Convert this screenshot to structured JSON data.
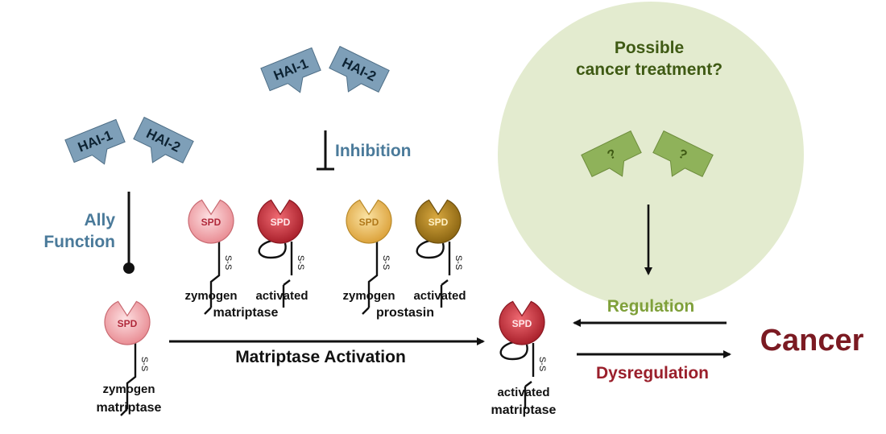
{
  "treatment": {
    "title_line1": "Possible",
    "title_line2": "cancer treatment?",
    "unknown_symbol": "?"
  },
  "hai": {
    "hai1": "HAI-1",
    "hai2": "HAI-2"
  },
  "labels": {
    "inhibition": "Inhibition",
    "ally_line1": "Ally",
    "ally_line2": "Function",
    "spd": "SPD",
    "ss": "S-S",
    "zymogen": "zymogen",
    "activated": "activated",
    "matriptase": "matriptase",
    "prostasin": "prostasin",
    "matriptase_activation": "Matriptase Activation",
    "regulation": "Regulation",
    "dysregulation": "Dysregulation",
    "cancer": "Cancer"
  },
  "colors": {
    "treatment_circle": "#e3ebcf",
    "hai_fill": "#7e9fb8",
    "hai_stroke": "#4e6e86",
    "unknown_fill": "#8fb25a",
    "matriptase_zymogen": "#f2a9ae",
    "matriptase_activated": "#cf3a43",
    "prostasin_zymogen": "#efc462",
    "prostasin_activated": "#b58a22",
    "regulation_text": "#7fa03a",
    "dysregulation_text": "#9a1f2b",
    "cancer_text": "#7b1a22",
    "inhibition_text": "#4a7a9a"
  }
}
